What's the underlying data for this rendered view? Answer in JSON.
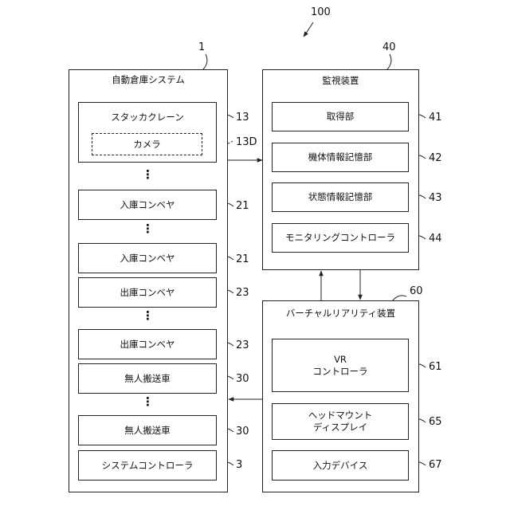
{
  "figure_ref": "100",
  "system": {
    "ref": "1",
    "title": "自動倉庫システム",
    "stacker_crane": {
      "label": "スタッカクレーン",
      "ref": "13"
    },
    "camera": {
      "label": "カメラ",
      "ref": "13D"
    },
    "ellipsis": "⋮",
    "items": [
      {
        "label": "入庫コンベヤ",
        "ref": "21"
      },
      {
        "label": "入庫コンベヤ",
        "ref": "21"
      },
      {
        "label": "出庫コンベヤ",
        "ref": "23"
      },
      {
        "label": "出庫コンベヤ",
        "ref": "23"
      },
      {
        "label": "無人搬送車",
        "ref": "30"
      },
      {
        "label": "無人搬送車",
        "ref": "30"
      },
      {
        "label": "システムコントローラ",
        "ref": "3"
      }
    ]
  },
  "monitor": {
    "ref": "40",
    "title": "監視装置",
    "items": [
      {
        "label": "取得部",
        "ref": "41"
      },
      {
        "label": "機体情報記憶部",
        "ref": "42"
      },
      {
        "label": "状態情報記憶部",
        "ref": "43"
      },
      {
        "label": "モニタリングコントローラ",
        "ref": "44"
      }
    ]
  },
  "vr": {
    "ref": "60",
    "title": "バーチャルリアリティ装置",
    "items": [
      {
        "line1": "VR",
        "line2": "コントローラ",
        "ref": "61"
      },
      {
        "line1": "ヘッドマウント",
        "line2": "ディスプレイ",
        "ref": "65"
      },
      {
        "line1": "入力デバイス",
        "line2": "",
        "ref": "67"
      }
    ]
  }
}
